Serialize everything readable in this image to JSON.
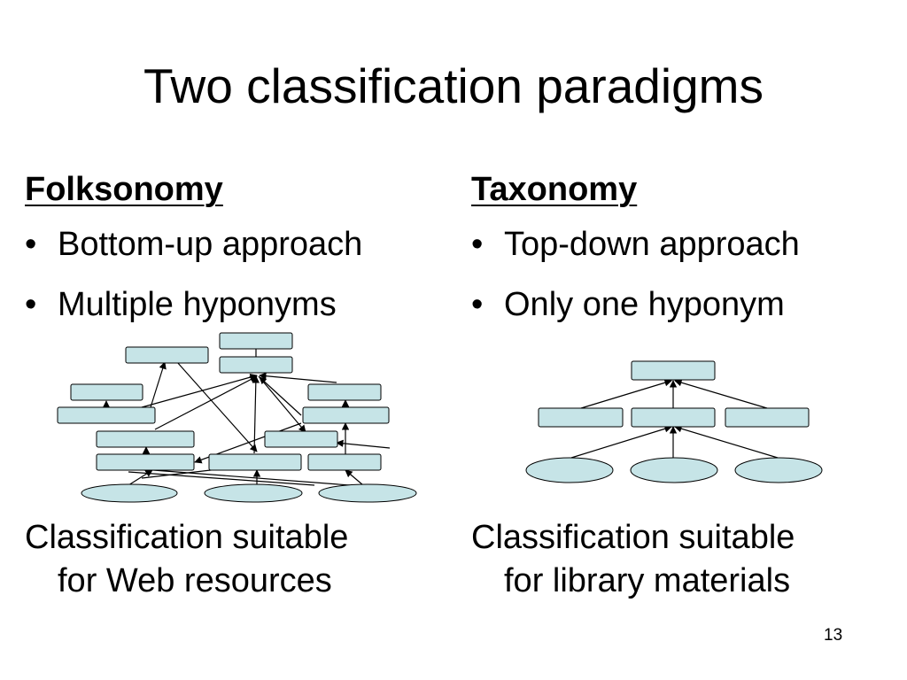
{
  "slide": {
    "title": "Two classification paradigms",
    "number": "13"
  },
  "left": {
    "heading": "Folksonomy",
    "bullets": [
      "Bottom-up approach",
      "Multiple hyponyms"
    ],
    "caption_line1": "Classification suitable",
    "caption_line2": "for Web resources"
  },
  "right": {
    "heading": "Taxonomy",
    "bullets": [
      "Top-down approach",
      "Only one hyponym"
    ],
    "caption_line1": "Classification suitable",
    "caption_line2": "for library materials"
  },
  "colors": {
    "node_fill": "#c6e4e7",
    "line": "#000000"
  }
}
